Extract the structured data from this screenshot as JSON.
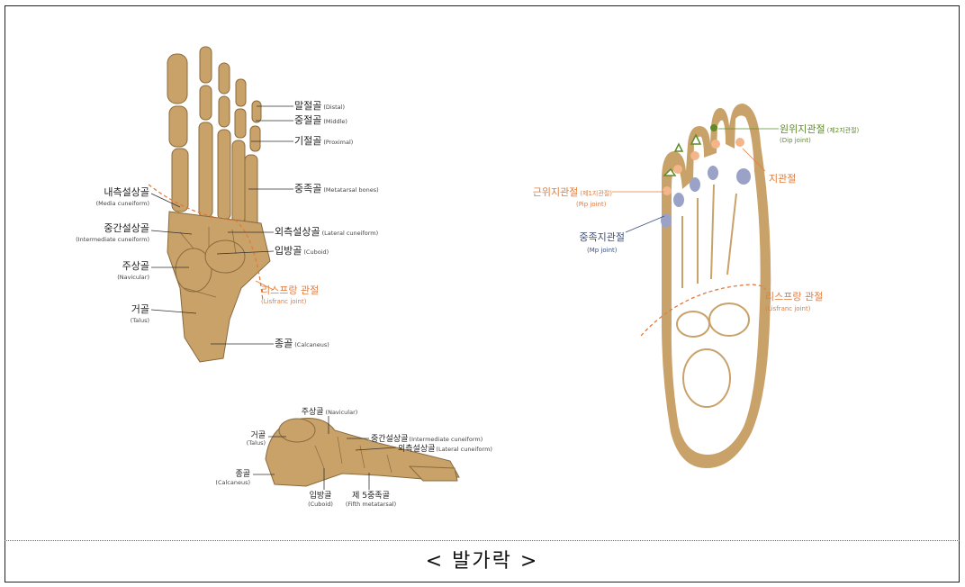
{
  "caption": "< 발가락 >",
  "dorsal": {
    "distal": {
      "main": "말절골",
      "sub": "(Distal)"
    },
    "middle": {
      "main": "중절골",
      "sub": "(Middle)"
    },
    "proximal": {
      "main": "기절골",
      "sub": "(Proximal)"
    },
    "metatarsal": {
      "main": "중족골",
      "sub": "(Metatarsal bones)"
    },
    "medial_cuneiform": {
      "main": "내측설상골",
      "sub": "(Media cuneiform)"
    },
    "intermediate_cuneiform": {
      "main": "중간설상골",
      "sub": "(Intermediate cuneiform)"
    },
    "lateral_cuneiform": {
      "main": "외측설상골",
      "sub": "(Lateral cuneiform)"
    },
    "cuboid": {
      "main": "입방골",
      "sub": "(Cuboid)"
    },
    "navicular": {
      "main": "주상골",
      "sub": "(Navicular)"
    },
    "lisfranc": {
      "main": "리스프랑 관절",
      "sub": "(Lisfranc joint)"
    },
    "talus": {
      "main": "거골",
      "sub": "(Talus)"
    },
    "calcaneus": {
      "main": "종골",
      "sub": "(Calcaneus)"
    }
  },
  "lateral": {
    "navicular": {
      "main": "주상골",
      "sub": "(Navicular)"
    },
    "talus": {
      "main": "거골",
      "sub": "(Talus)"
    },
    "intermediate_cuneiform": {
      "main": "중간설상골",
      "sub": "(Intermediate cuneiform)"
    },
    "lateral_cuneiform": {
      "main": "외측설상골",
      "sub": "(Lateral cuneiform)"
    },
    "calcaneus": {
      "main": "종골",
      "sub": "(Calcaneus)"
    },
    "cuboid": {
      "main": "입방골",
      "sub": "(Cuboid)"
    },
    "fifth_metatarsal": {
      "main": "제 5중족골",
      "sub": "(Fifth metatarsal)"
    }
  },
  "footprint": {
    "dip": {
      "main": "원위지관절",
      "paren": "(제2지관절)",
      "sub": "(Dip joint)"
    },
    "toe_joint": {
      "main": "지관절"
    },
    "pip": {
      "main": "근위지관절",
      "paren": "(제1지관절)",
      "sub": "(Pip joint)"
    },
    "mp": {
      "main": "중족지관절",
      "sub": "(Mp joint)"
    },
    "lisfranc": {
      "main": "리스프랑 관절",
      "sub": "(Lisfranc joint)"
    }
  },
  "colors": {
    "bone": "#c9a26a",
    "bone_dark": "#8a6a3c",
    "orange": "#e27b3a",
    "green": "#5e8b2a",
    "navy": "#3b4f7f",
    "joint_blue": "#9aa3c7",
    "skin": "#c9a26a"
  }
}
